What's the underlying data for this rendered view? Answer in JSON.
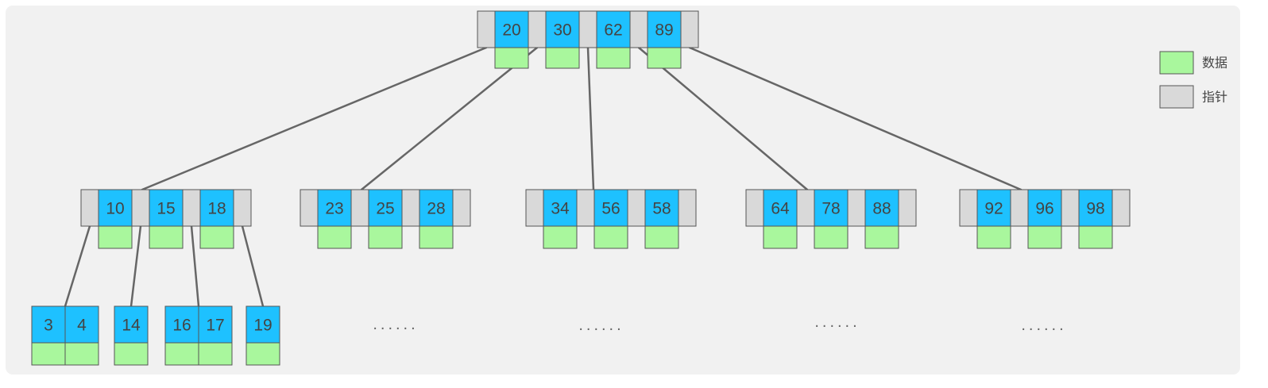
{
  "legend": [
    {
      "label": "数据",
      "kind": "data",
      "color": "#a9f79d"
    },
    {
      "label": "指针",
      "kind": "pointer",
      "color": "#d9d9d9"
    }
  ],
  "colors": {
    "key": "#1ec1ff",
    "data": "#a9f79d",
    "pointer": "#d9d9d9",
    "edge": "#666666",
    "background": "#f1f1f1"
  },
  "tree": {
    "root": {
      "keys": [
        "20",
        "30",
        "62",
        "89"
      ]
    },
    "level2": [
      {
        "keys": [
          "10",
          "15",
          "18"
        ]
      },
      {
        "keys": [
          "23",
          "25",
          "28"
        ]
      },
      {
        "keys": [
          "34",
          "56",
          "58"
        ]
      },
      {
        "keys": [
          "64",
          "78",
          "88"
        ]
      },
      {
        "keys": [
          "92",
          "96",
          "98"
        ]
      }
    ],
    "leaves": [
      {
        "keys": [
          "3",
          "4"
        ]
      },
      {
        "keys": [
          "14"
        ]
      },
      {
        "keys": [
          "16",
          "17"
        ]
      },
      {
        "keys": [
          "19"
        ]
      }
    ],
    "ellipses": [
      "......",
      "......",
      "......",
      "......"
    ]
  }
}
